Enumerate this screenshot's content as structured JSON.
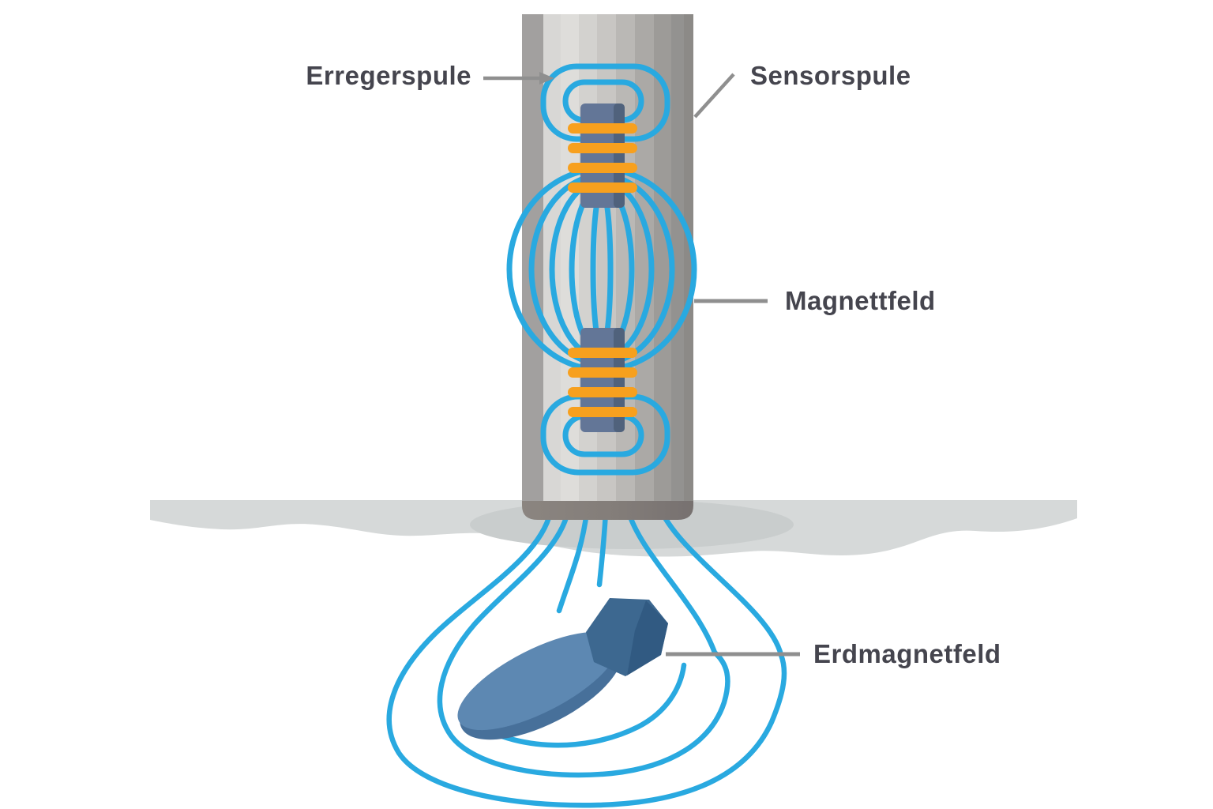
{
  "diagram": {
    "labels": {
      "erregerspule": "Erregerspule",
      "sensorspule": "Sensorspule",
      "magnettfeld": "Magnettfeld",
      "erdmagnetfeld": "Erdmagnetfeld"
    },
    "colors": {
      "field_line_blue": "#29A9E0",
      "coil_winding_orange": "#F7A01E",
      "coil_core_blue_gray": "#637697",
      "coil_core_shadow": "#50627C",
      "probe_gray_lightest": "#DEDDDA",
      "probe_gray_darkest": "#8C8A87",
      "probe_cap_gray": "#847E7A",
      "ground_gray": "#D6D9D9",
      "ground_shadow_gray": "#C9CDCD",
      "ordnance_body_blue": "#5D88B2",
      "ordnance_body_dark": "#47709A",
      "ordnance_fin_blue": "#3D6890",
      "label_text": "#45454E",
      "leader_line_gray": "#8F8F8F"
    }
  }
}
